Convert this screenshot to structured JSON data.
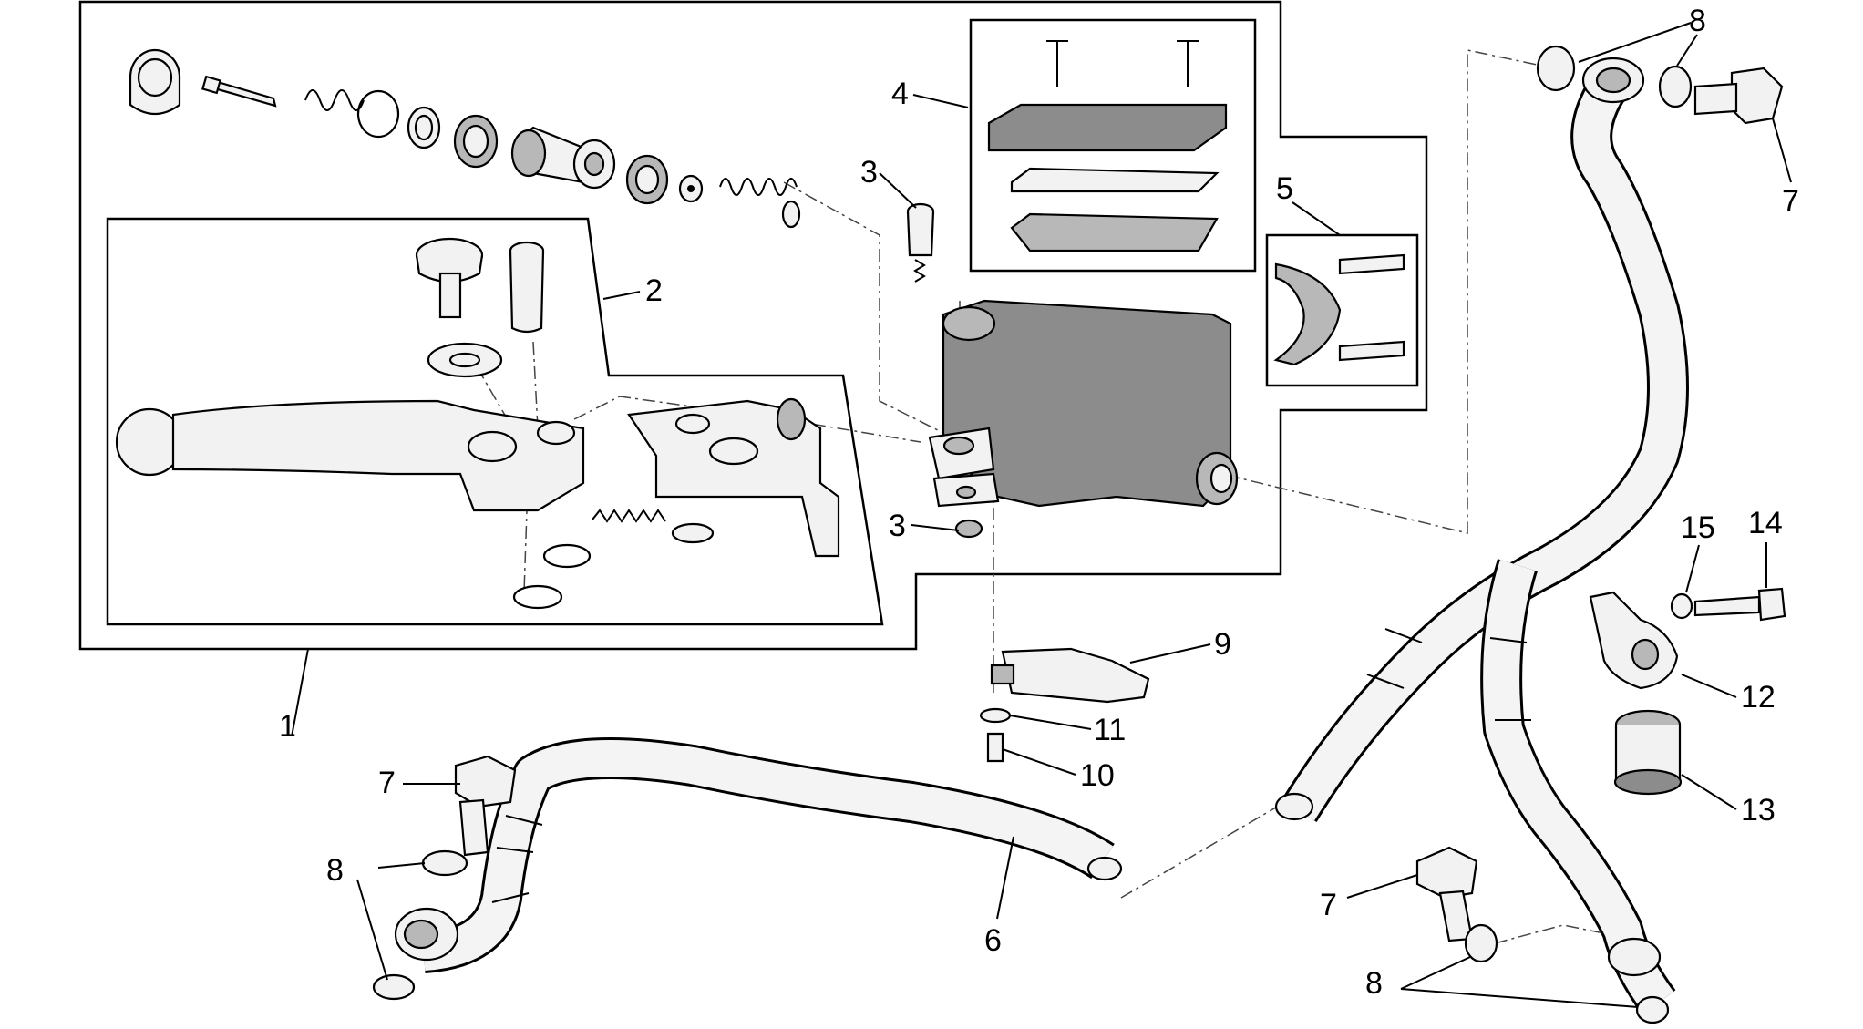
{
  "diagram": {
    "callouts": {
      "c1": "1",
      "c2": "2",
      "c3a": "3",
      "c3b": "3",
      "c4": "4",
      "c5": "5",
      "c6": "6",
      "c7a": "7",
      "c7b": "7",
      "c7c": "7",
      "c8a": "8",
      "c8b": "8",
      "c8c": "8",
      "c9": "9",
      "c10": "10",
      "c11": "11",
      "c12": "12",
      "c13": "13",
      "c14": "14",
      "c15": "15"
    },
    "colors": {
      "ink": "#000000",
      "body_gray": "#8c8c8c",
      "part_light": "#f2f2f2"
    }
  }
}
